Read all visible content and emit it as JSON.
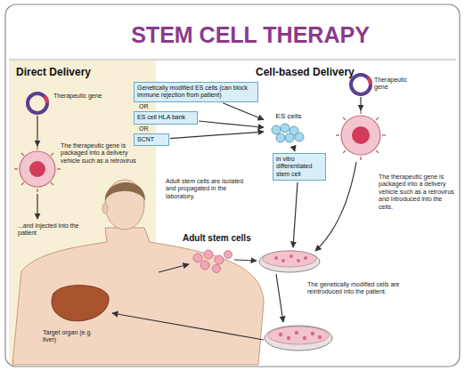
{
  "diagram": {
    "title": "STEM CELL THERAPY",
    "nodes": [
      {
        "text": [
          "Direct Delivery"
        ]
      },
      {
        "text": [
          "Cell-based Delivery"
        ]
      },
      {
        "text": [
          "Genetically modified ES cells (can block immune rejection from patient)"
        ],
        "in": 1
      },
      {
        "text": [
          "ES cell HLA bank"
        ],
        "in": 1
      },
      {
        "text": [
          "SCNT"
        ],
        "in": 1
      },
      {
        "text": [
          "ES cells"
        ],
        "in": 1
      },
      {
        "text": [
          "in vitro differentiated stem cell"
        ],
        "in": 1
      }
    ],
    "edges": [
      {
        "from": 2,
        "to": 5,
        "arrow": "to"
      },
      {
        "from": 3,
        "to": 5,
        "arrow": "to"
      },
      {
        "from": 4,
        "to": 5,
        "arrow": "to"
      },
      {
        "from": 5,
        "to": 6,
        "arrow": "to"
      }
    ],
    "labels": [
      "Therapeutic gene",
      "The therapeutic gene is packaged into a delivery vehicle such as a retrovirus",
      "...and injected into the patient",
      "Target organ (e.g. liver)",
      "OR",
      "OR",
      "Therapeutic gene",
      "The therapeutic gene is packaged into a delivery vehicle such as a retrovirus and introduced into the cells.",
      "Adult stem cells are isolated and propagated in the laboratory.",
      "The genetically modified cells are reintroduced into the patient.",
      "Adult stem cells"
    ]
  }
}
